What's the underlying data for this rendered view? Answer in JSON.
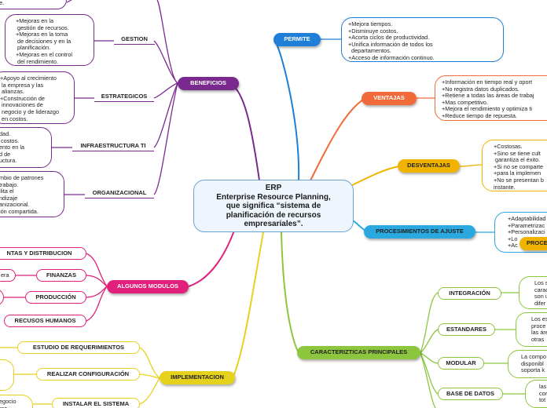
{
  "central": {
    "title": "ERP",
    "subtitle": "Enterprise Resource Planning,\nque significa “sistema de\nplanificación de recursos\nempresariales”."
  },
  "right": {
    "permite": {
      "label": "PERMITE",
      "detail": "+Mejora tiempos.\n+Disminuye costos.\n+Acorta ciclos de productividad.\n+Unifica información de todos los\n  departamentos.\n+Acceso de información continuo."
    },
    "ventajas": {
      "label": "VENTAJAS",
      "detail": "+Información en tiempo real y oport\n+No registra datos duplicados.\n+Retiene a todas las áreas de trabaj\n+Mas competitivo.\n+Mejora el rendimiento y optimiza ti\n+Reduce tiempo de repuesta."
    },
    "desventajas": {
      "label": "DESVENTAJAS",
      "detail": "+Costosas.\n+Sino se tiene cult\n garantiza el éxito.\n+Si no se comparte\n+para la implemen\n+No se presentan b\ninstante."
    },
    "procesimientos": {
      "label": "PROCESIMIENTOS DE AJUSTE",
      "detail": "+Adaptabilidad\n+Parametrizac\n+Personalizaci\n+Lo\n+Ac",
      "overlay": "PROCE"
    },
    "caracteristicas": {
      "label": "CARACTERIZTICAS PRINCIPALES",
      "items": [
        {
          "label": "INTEGRACIÓN",
          "detail": "Los s\ncarac\nson u\ndifer"
        },
        {
          "label": "ESTANDARES",
          "detail": "Los es\nproce\nlas áre\notras"
        },
        {
          "label": "MODULAR",
          "detail": "La compo\ndisponibl\nsoporta k"
        },
        {
          "label": "BASE DE DATOS",
          "detail": "las\ncor\ntot"
        }
      ]
    }
  },
  "left": {
    "beneficios": {
      "label": "BENEFICIOS",
      "top_fragment": "ente.",
      "items": [
        {
          "label": "GESTION",
          "detail": "+Mejoras en la\n gestión de recursos.\n+Mejoras en la toma\n de decisiones y en la\n planificación.\n+Mejoras en el control\n del rendimiento."
        },
        {
          "label": "ESTRATEGICOS",
          "detail": "+Apoyo al crecimiento\n la empresa y las\n alianzas.\n+Construcción de\n innovaciones de\n negocio y de liderazgo\n en costos."
        },
        {
          "label": "INFRAESTRUCTURA TI",
          "detail": "dad.\n costos.\nento en la\nd de\nuctura."
        },
        {
          "label": "ORGANIZACIONAL",
          "detail": "mbio de patrones\ntrabajo.\nilita el\nndizaje\nanizacional.\nión compartida."
        }
      ]
    },
    "modulos": {
      "label": "ALGUNOS MODULOS",
      "items": [
        {
          "label": "NTAS  Y DISTRIBUCION"
        },
        {
          "label": "FINANZAS",
          "detail": "era"
        },
        {
          "label": "PRODUCCIÓN"
        },
        {
          "label": "RECUSOS HUMANOS"
        }
      ]
    },
    "implementacion": {
      "label": "IMPLEMENTACION",
      "items": [
        {
          "label": "ESTUDIO DE REQUERIMIENTOS"
        },
        {
          "label": "REALIZAR CONFIGURACIÓN"
        },
        {
          "label": "INSTALAR EL SISTEMA",
          "detail": "egocio\nrpp"
        }
      ]
    }
  },
  "colors": {
    "permite": "#1f7fd8",
    "ventajas": "#f06a3a",
    "desventajas": "#f0b400",
    "procesimientos": "#2aa8e0",
    "caracteristicas": "#8cc63f",
    "beneficios": "#7a2a8f",
    "modulos": "#e0207a",
    "implementacion": "#e6d21c"
  }
}
